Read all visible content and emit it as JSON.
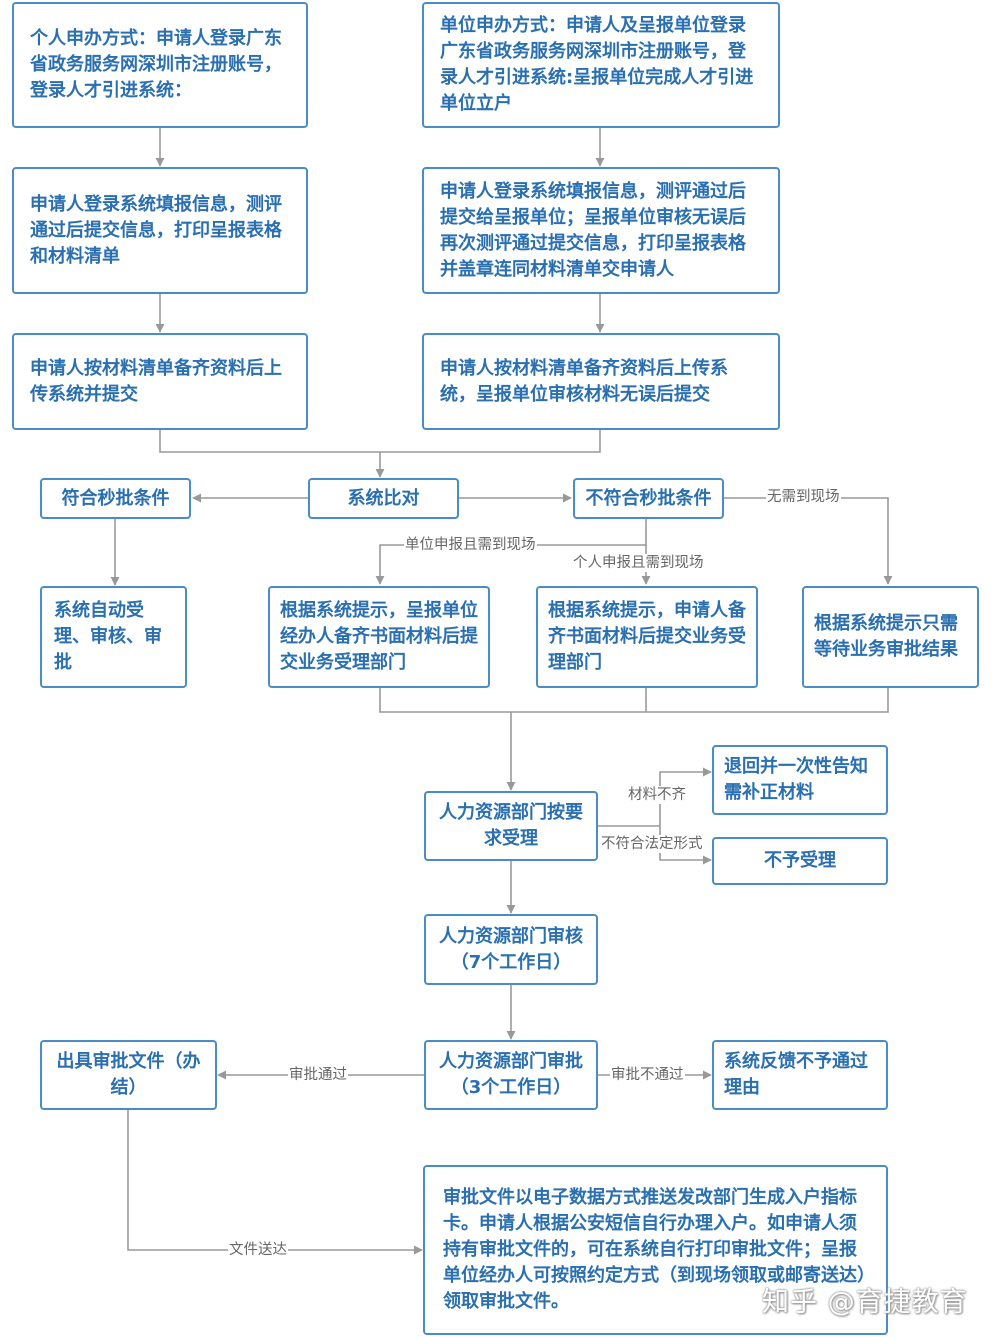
{
  "colors": {
    "box_border": "#4a8cc7",
    "box_text": "#2a6fb0",
    "line": "#999999",
    "label": "#666666"
  },
  "nodes": {
    "personal_method": "个人申办方式：申请人登录广东省政务服务网深圳市注册账号，登录人才引进系统：",
    "unit_method": "单位申办方式：申请人及呈报单位登录广东省政务服务网深圳市注册账号，登录人才引进系统:呈报单位完成人才引进单位立户",
    "personal_fill": "申请人登录系统填报信息，测评通过后提交信息，打印呈报表格和材料清单",
    "unit_fill": "申请人登录系统填报信息，测评通过后提交给呈报单位；呈报单位审核无误后再次测评通过提交信息，打印呈报表格并盖章连同材料清单交申请人",
    "personal_upload": "申请人按材料清单备齐资料后上传系统并提交",
    "unit_upload": "申请人按材料清单备齐资料后上传系统，呈报单位审核材料无误后提交",
    "system_compare": "系统比对",
    "meets_instant": "符合秒批条件",
    "not_meets_instant": "不符合秒批条件",
    "auto_approve": "系统自动受理、审核、审批",
    "unit_submit_paper": "根据系统提示，呈报单位经办人备齐书面材料后提交业务受理部门",
    "personal_submit_paper": "根据系统提示，申请人备齐书面材料后提交业务受理部门",
    "wait_result": "根据系统提示只需等待业务审批结果",
    "hr_accept": "人力资源部门按要求受理",
    "return_notice": "退回并一次性告知需补正材料",
    "reject": "不予受理",
    "hr_review": "人力资源部门审核（7个工作日）",
    "hr_approve": "人力资源部门审批（3个工作日）",
    "issue_doc": "出具审批文件（办结）",
    "feedback_fail": "系统反馈不予通过理由",
    "final_note": "审批文件以电子数据方式推送发改部门生成入户指标卡。申请人根据公安短信自行办理入户。如申请人须持有审批文件的，可在系统自行打印审批文件；呈报单位经办人可按照约定方式（到现场领取或邮寄送达）领取审批文件。"
  },
  "edge_labels": {
    "no_need_onsite": "无需到现场",
    "unit_onsite": "单位申报且需到现场",
    "personal_onsite": "个人申报且需到现场",
    "materials_incomplete": "材料不齐",
    "not_legal_form": "不符合法定形式",
    "approved": "审批通过",
    "not_approved": "审批不通过",
    "doc_delivery": "文件送达"
  },
  "watermark": "知乎 @育捷教育"
}
